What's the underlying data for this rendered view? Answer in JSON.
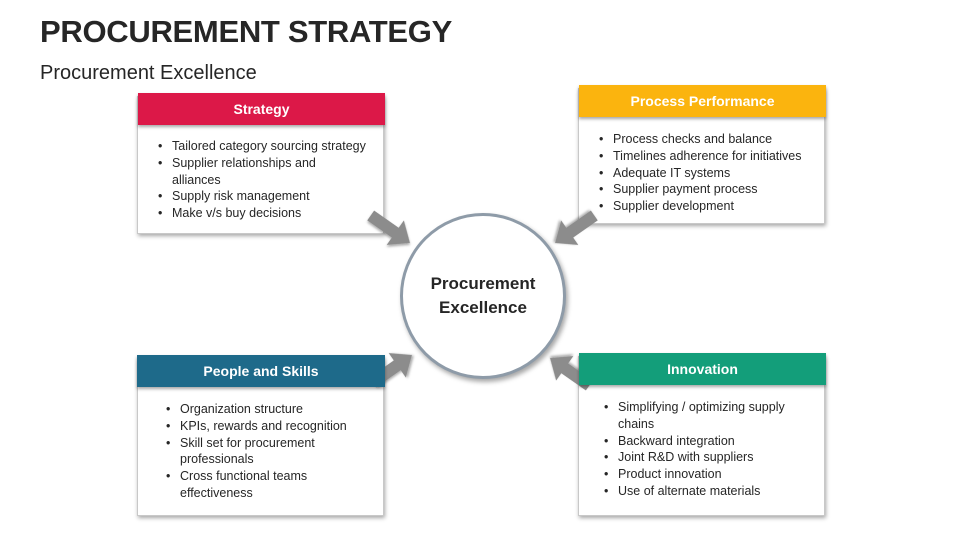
{
  "title": "PROCUREMENT STRATEGY",
  "subtitle": "Procurement Excellence",
  "center": {
    "line1": "Procurement",
    "line2": "Excellence"
  },
  "colors": {
    "strategy": "#DC1848",
    "process_performance": "#FBB40E",
    "people_and_skills": "#1E6A8A",
    "innovation": "#139E7A",
    "arrow": "#8C8C8C"
  },
  "cards": {
    "strategy": {
      "heading": "Strategy",
      "items": [
        "Tailored category sourcing strategy",
        "Supplier relationships and alliances",
        "Supply risk management",
        "Make v/s buy decisions"
      ]
    },
    "process_performance": {
      "heading": "Process Performance",
      "items": [
        "Process checks and balance",
        "Timelines adherence for initiatives",
        "Adequate IT systems",
        "Supplier payment process",
        "Supplier development"
      ]
    },
    "people_and_skills": {
      "heading": "People and Skills",
      "items": [
        "Organization structure",
        "KPIs, rewards and recognition",
        "Skill set for procurement professionals",
        "Cross functional teams effectiveness"
      ]
    },
    "innovation": {
      "heading": "Innovation",
      "items": [
        "Simplifying / optimizing supply chains",
        "Backward integration",
        "Joint R&D with suppliers",
        "Product innovation",
        "Use of alternate materials"
      ]
    }
  }
}
